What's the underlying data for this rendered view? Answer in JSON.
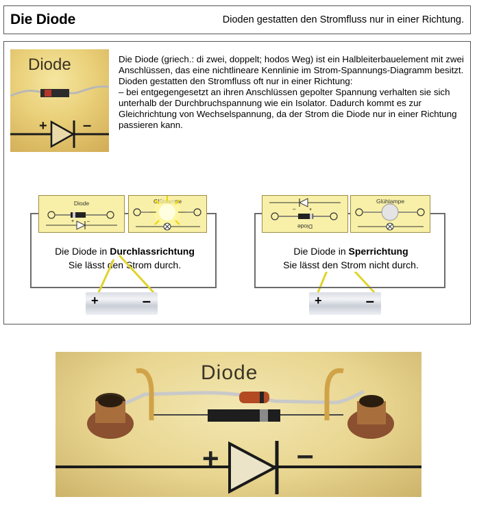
{
  "header": {
    "title": "Die Diode",
    "subtitle": "Dioden gestatten den Stromfluss nur in einer Richtung."
  },
  "photo_top": {
    "label": "Diode"
  },
  "intro": {
    "p1": "Die Diode (griech.: di zwei, doppelt; hodos Weg) ist ein Halbleiterbauelement mit zwei Anschlüssen, das eine nichtlineare Kennlinie im Strom-Spannungs-Diagramm besitzt.",
    "p2": "Dioden gestatten den Stromfluss oft nur in einer Richtung:",
    "p3": "– bei entgegengesetzt an ihren Anschlüssen gepolter Spannung verhalten sie sich unterhalb der Durchbruchspannung wie ein Isolator. Dadurch kommt es zur Gleichrichtung von Wechselspannung, da der Strom die Diode nur in einer Richtung passieren kann."
  },
  "circuit_forward": {
    "diode_card": "Diode",
    "lamp_card": "Glühlampe",
    "caption_prefix": "Die Diode in ",
    "caption_bold": "Durchlassrichtung",
    "caption_line2": "Sie lässt den Strom durch.",
    "battery_plus": "+",
    "battery_minus": "–",
    "lamp_lit": true
  },
  "circuit_reverse": {
    "diode_card": "Diode",
    "lamp_card": "Glühlampe",
    "caption_prefix": "Die Diode in ",
    "caption_bold": "Sperrichtung",
    "caption_line2": "Sie lässt den Strom nicht durch.",
    "battery_plus": "+",
    "battery_minus": "–",
    "lamp_lit": false
  },
  "photo_bottom": {
    "label": "Diode",
    "plus": "+",
    "minus": "–"
  }
}
